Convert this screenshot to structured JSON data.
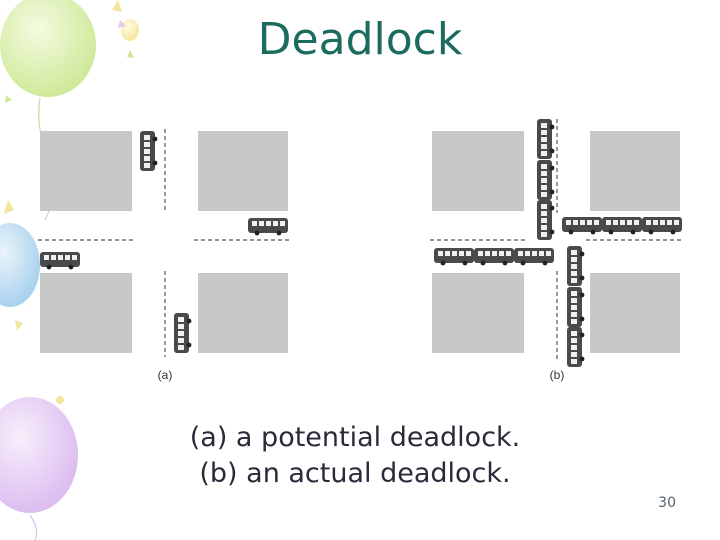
{
  "title": "Deadlock",
  "diagram": {
    "label_a": "(a)",
    "label_b": "(b)"
  },
  "caption": {
    "line1": "(a) a potential deadlock.",
    "line2": "(b) an actual deadlock."
  },
  "page_number": "30",
  "colors": {
    "title": "#1b6b5e",
    "block": "#c8c8c8",
    "bus": "#4a4a4a"
  }
}
